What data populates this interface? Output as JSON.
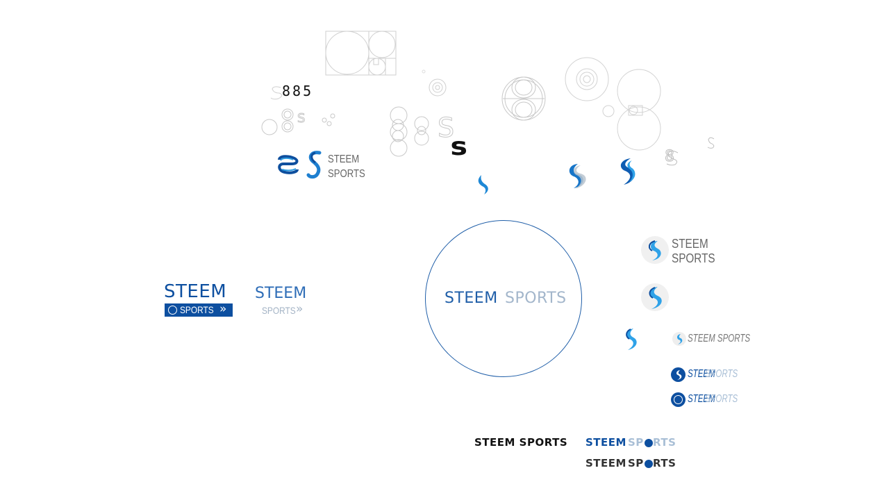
{
  "colors": {
    "brand_blue": "#0d4fa0",
    "light_blue": "#2c9be0",
    "pale_blue": "#a9bfd6",
    "gray_text": "#777777",
    "black": "#111111",
    "sketch_gray": "#cccccc"
  },
  "sketch_glyphs": {
    "numbers": "885",
    "letter_s": "S",
    "small_s": "s",
    "small_8": "8"
  },
  "logo_top_left": {
    "line1": "STEEM",
    "line2": "SPORTS"
  },
  "badge_left": {
    "line1": "STEEM",
    "line2": "SPORTS",
    "chevrons": "»"
  },
  "badge_left_light": {
    "line1": "STEEM",
    "line2": "SPORTS",
    "chevrons": "»"
  },
  "center_circle": {
    "word1": "STEEM",
    "word2": "SPORTS"
  },
  "logo_right_1": {
    "line1": "STEEM",
    "line2": "SPORTS"
  },
  "inline_logos": [
    {
      "text": "STEEM SPORTS"
    },
    {
      "word1": "STEEM",
      "word2": "SPORTS"
    },
    {
      "word1": "STEEM",
      "word2": "SPORTS"
    }
  ],
  "wordmarks": {
    "black": "STEEM SPORTS",
    "blue_word1": "STEEM",
    "blue_word2a": "SP",
    "blue_word2b": "RTS",
    "dark_word1": "STEEM",
    "dark_word2a": "SP",
    "dark_word2b": "RTS"
  }
}
